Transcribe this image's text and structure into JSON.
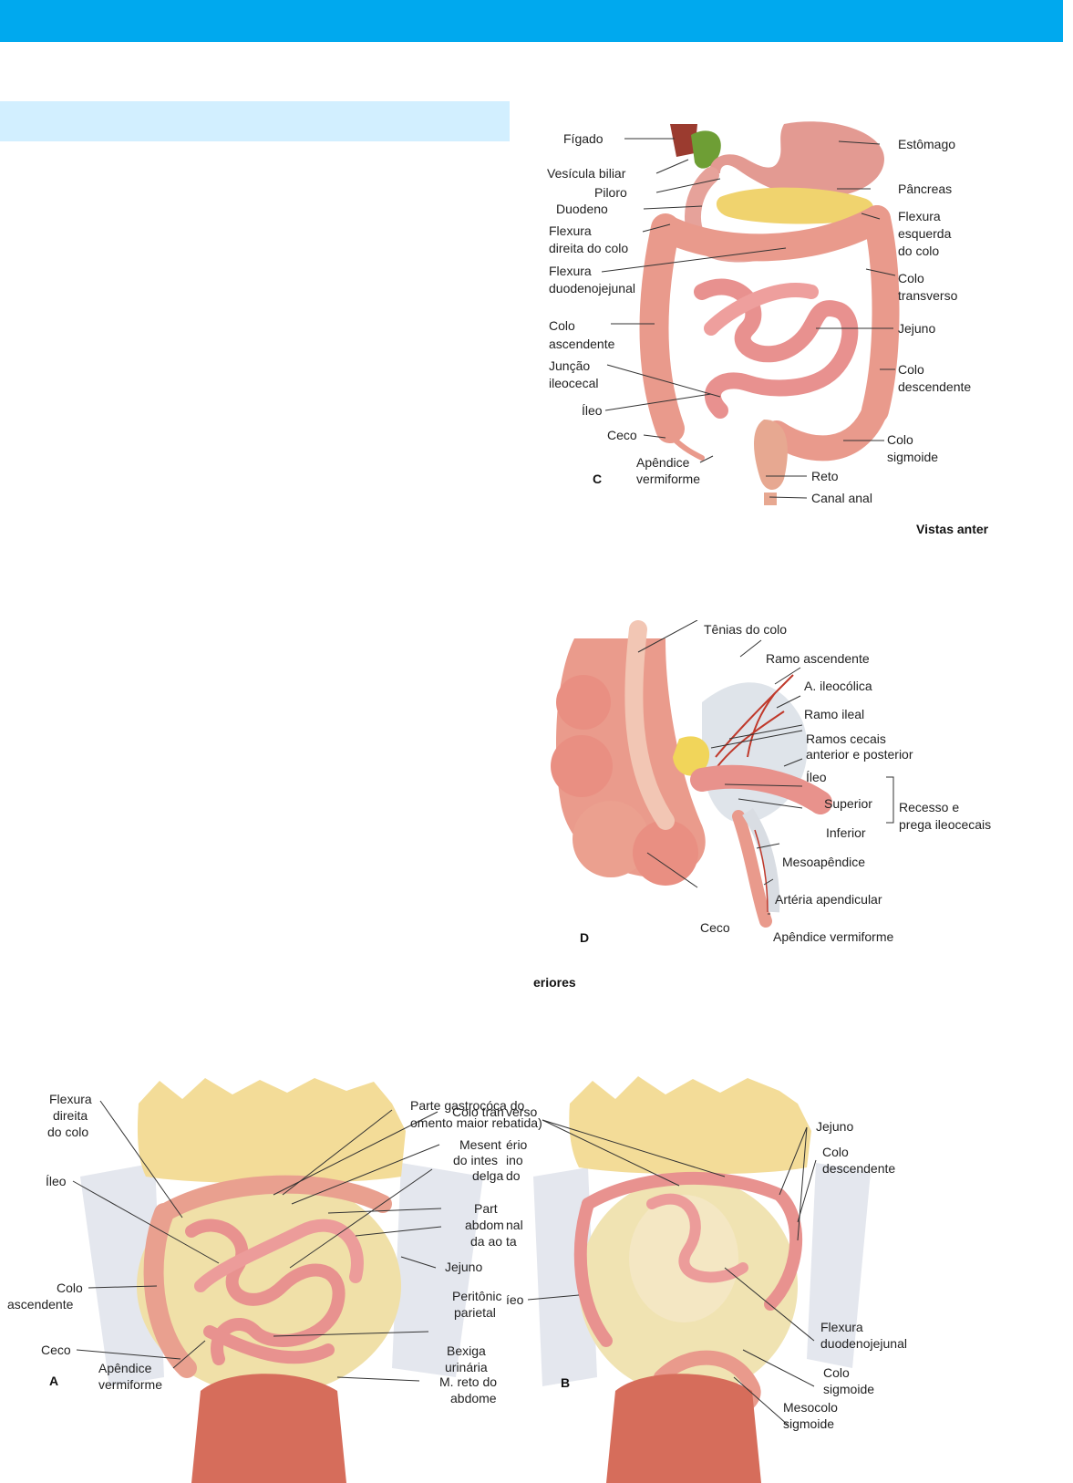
{
  "figC": {
    "letter": "C",
    "view_caption": "Vistas anter",
    "labels": {
      "figado": "Fígado",
      "vesicula": "Vesícula biliar",
      "piloro": "Piloro",
      "duodeno": "Duodeno",
      "flex_dir_1": "Flexura",
      "flex_dir_2": "direita do colo",
      "flex_duo_1": "Flexura",
      "flex_duo_2": "duodenojejunal",
      "colo_asc_1": "Colo",
      "colo_asc_2": "ascendente",
      "juncao_1": "Junção",
      "juncao_2": "ileocecal",
      "ileo": "Íleo",
      "ceco": "Ceco",
      "apendice_1": "Apêndice",
      "apendice_2": "vermiforme",
      "estomago": "Estômago",
      "pancreas": "Pâncreas",
      "flex_esq_1": "Flexura",
      "flex_esq_2": "esquerda",
      "flex_esq_3": "do colo",
      "colo_trans_1": "Colo",
      "colo_trans_2": "transverso",
      "jejuno": "Jejuno",
      "colo_desc_1": "Colo",
      "colo_desc_2": "descendente",
      "colo_sig_1": "Colo",
      "colo_sig_2": "sigmoide",
      "reto": "Reto",
      "canal_anal": "Canal anal"
    }
  },
  "figD": {
    "letter": "D",
    "view_caption": "eriores",
    "labels": {
      "tenias": "Tênias do colo",
      "ramo_asc": "Ramo ascendente",
      "ileocolica": "A. ileocólica",
      "ramo_ileal": "Ramo ileal",
      "ramos_cecais_1": "Ramos cecais",
      "ramos_cecais_2": "anterior e posterior",
      "ileo": "Íleo",
      "superior": "Superior",
      "inferior": "Inferior",
      "recesso_1": "Recesso e",
      "recesso_2": "prega ileocecais",
      "mesoapendice": "Mesoapêndice",
      "arteria_apendicular": "Artéria apendicular",
      "apendice": "Apêndice vermiforme",
      "ceco": "Ceco"
    }
  },
  "figA": {
    "letter": "A",
    "labels": {
      "omento_1": "Parte gastrocóca do",
      "omento_2": "omento maior rebatida)",
      "flex_dir_1": "Flexura",
      "flex_dir_2": "direita",
      "flex_dir_3": "do colo",
      "ileo": "Íleo",
      "colo_asc_1": "Colo",
      "colo_asc_2": "ascendente",
      "ceco": "Ceco",
      "apendice_1": "Apêndice",
      "apendice_2": "vermiforme",
      "colo_trans": "Colo tran",
      "mesent_1": "Mesent",
      "mesent_2": "do intes",
      "mesent_3": "delga",
      "parte_abd_1": "Part",
      "parte_abd_2": "abdom",
      "parte_abd_3": "da ao",
      "jejuno": "Jejuno",
      "peritonio_1": "Peritônic",
      "peritonio_2": "parietal",
      "bexiga_1": "Bexiga",
      "bexiga_2": "urinária",
      "reto_1": "M. reto do",
      "reto_2": "abdome"
    }
  },
  "figB": {
    "letter": "B",
    "labels": {
      "colo_trans": "verso",
      "frag_1": "ério",
      "frag_2": "ino",
      "frag_3": "do",
      "frag_4": "nal",
      "frag_5": "ta",
      "ileo": "íeo",
      "jejuno": "Jejuno",
      "colo_desc_1": "Colo",
      "colo_desc_2": "descendente",
      "flex_duo_1": "Flexura",
      "flex_duo_2": "duodenojejunal",
      "colo_sig_1": "Colo",
      "colo_sig_2": "sigmoide",
      "mesocolo_1": "Mesocolo",
      "mesocolo_2": "sigmoide"
    }
  }
}
